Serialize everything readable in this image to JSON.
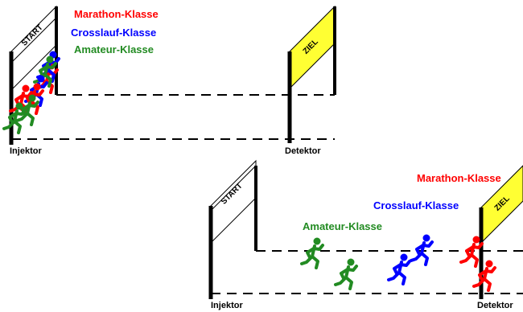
{
  "colors": {
    "marathon": "#ff0000",
    "crosslauf": "#0000ff",
    "amateur": "#228b22",
    "ziel_fill": "#ffff33",
    "line": "#000000"
  },
  "scene1": {
    "start_label": "START",
    "ziel_label": "ZIEL",
    "legend": {
      "marathon": "Marathon-Klasse",
      "crosslauf": "Crosslauf-Klasse",
      "amateur": "Amateur-Klasse"
    },
    "injektor_label": "Injektor",
    "detektor_label": "Detektor"
  },
  "scene2": {
    "start_label": "START",
    "ziel_label": "ZIEL",
    "marathon_label": "Marathon-Klasse",
    "crosslauf_label": "Crosslauf-Klasse",
    "amateur_label": "Amateur-Klasse",
    "injektor_label": "Injektor",
    "detektor_label": "Detektor"
  },
  "icons": [
    "runner-icon"
  ]
}
